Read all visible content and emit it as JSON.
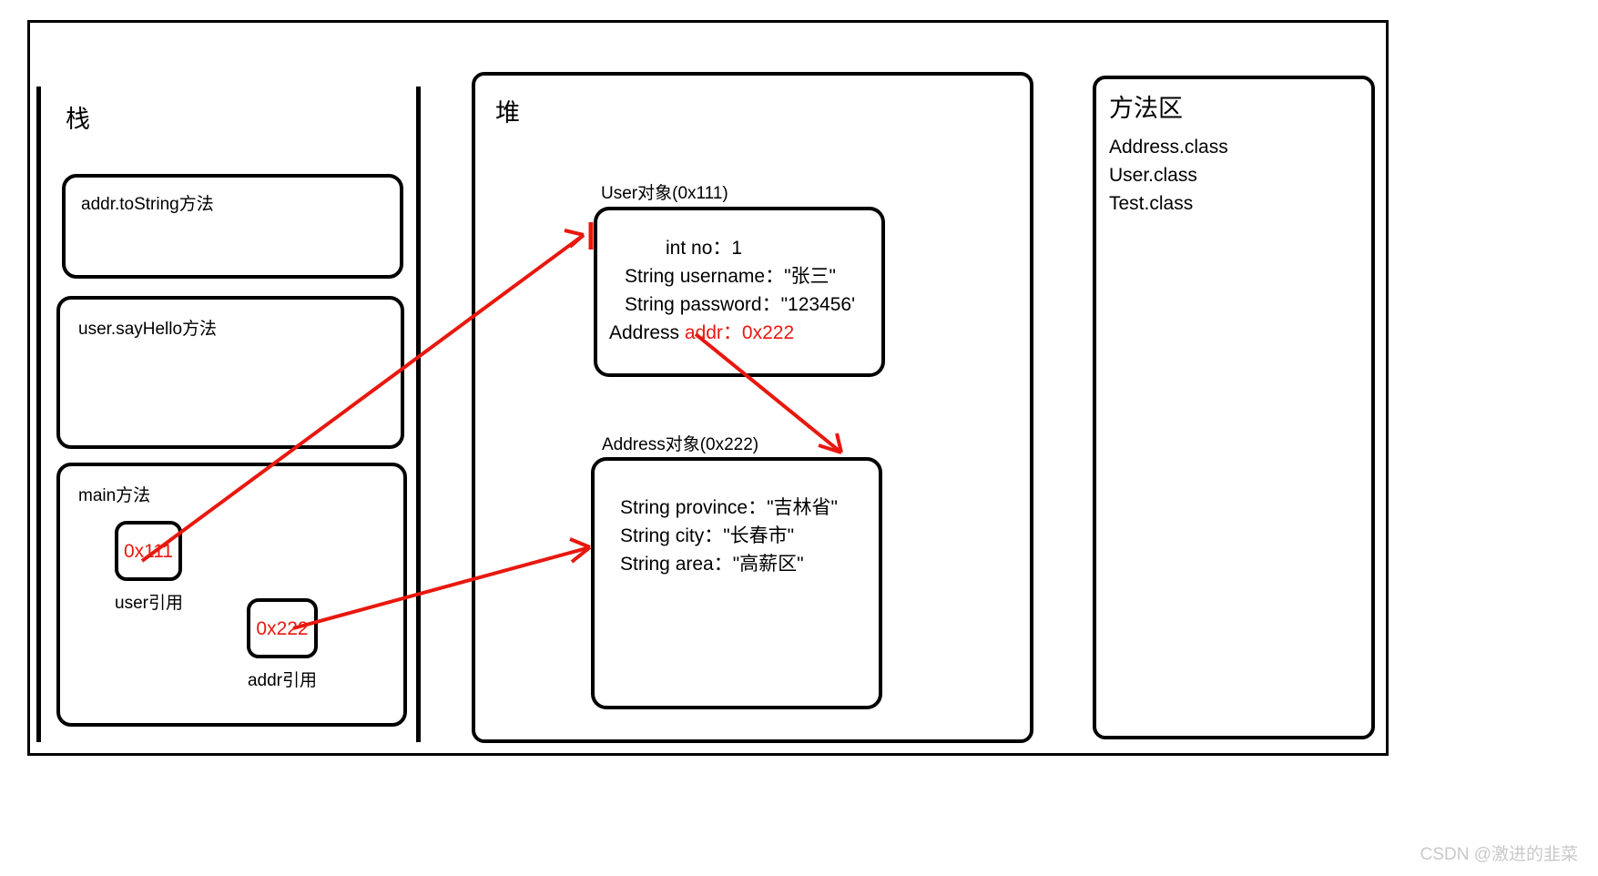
{
  "diagram": {
    "title_hidden": true,
    "colors": {
      "stroke": "#000000",
      "accent_red": "#e8180e",
      "watermark": "#c9c9c9",
      "background": "#ffffff"
    }
  },
  "stack": {
    "label": "栈",
    "frames": [
      {
        "title": "addr.toString方法"
      },
      {
        "title": "user.sayHello方法"
      },
      {
        "title": "main方法"
      }
    ],
    "references": [
      {
        "value": "0x111",
        "caption": "user引用"
      },
      {
        "value": "0x222",
        "caption": "addr引用"
      }
    ]
  },
  "heap": {
    "label": "堆",
    "objects": [
      {
        "caption": "User对象(0x111)",
        "fields": [
          {
            "text": "int no：1",
            "color": "black"
          },
          {
            "text": "String username：\"张三\"",
            "color": "black"
          },
          {
            "text": "String password：\"123456'",
            "color": "black"
          },
          {
            "label": "Address",
            "value": "addr：0x222",
            "color": "red"
          }
        ]
      },
      {
        "caption": "Address对象(0x222)",
        "fields": [
          {
            "text": "String   province：\"吉林省\"",
            "color": "black"
          },
          {
            "text": "String   city：\"长春市\"",
            "color": "black"
          },
          {
            "text": "String   area：\"高薪区\"",
            "color": "black"
          }
        ]
      }
    ]
  },
  "method_area": {
    "label": "方法区",
    "items": [
      "Address.class",
      "User.class",
      "Test.class"
    ]
  },
  "arrows": [
    {
      "name": "user-ref-to-user-object",
      "from": "0x111",
      "to": "User对象(0x111)"
    },
    {
      "name": "addr-field-to-address-object",
      "from": "addr：0x222",
      "to": "Address对象(0x222)"
    },
    {
      "name": "addr-ref-to-address-object",
      "from": "0x222",
      "to": "Address对象(0x222)"
    }
  ],
  "watermark": "CSDN @激进的韭菜"
}
